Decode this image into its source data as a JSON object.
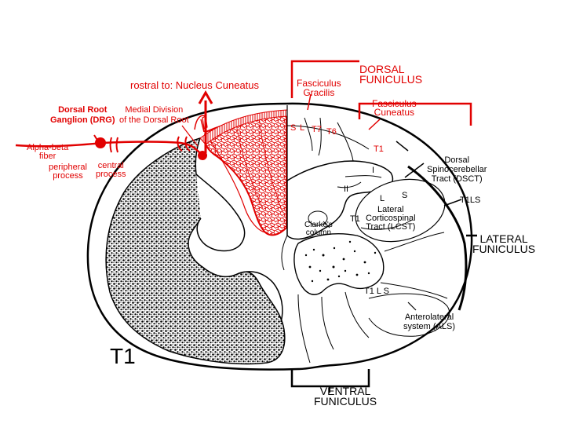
{
  "colors": {
    "accent": "#e10000",
    "ink": "#000000",
    "background": "#ffffff"
  },
  "labels": {
    "dorsal_funiculus": [
      "DORSAL",
      "FUNICULUS"
    ],
    "fasciculus_gracilis": [
      "Fasciculus",
      "Gracilis"
    ],
    "rostral": "rostral to: Nucleus Cuneatus",
    "fasciculus_cuneatus": [
      "Fasciculus",
      "Cuneatus"
    ],
    "dorsal_root_ganglion": [
      "Dorsal Root",
      "Ganglion (DRG)"
    ],
    "medial_division": [
      "Medial Division",
      "of the Dorsal Root"
    ],
    "alpha_beta": [
      "Alpha-beta",
      "fiber"
    ],
    "peripheral_process": [
      "peripheral",
      "process"
    ],
    "central_process": [
      "central",
      "process"
    ],
    "lamina_codes": {
      "s": "S",
      "l": "L",
      "t7": "T7",
      "t6": "T6",
      "t1_dorsal": "T1"
    },
    "dsct": [
      "Dorsal",
      "Spinocerebellar",
      "Tract (DSCT)"
    ],
    "lamina_ii": "II",
    "lamina_i": "I",
    "lcst_l": "L",
    "lcst_s": "S",
    "t1ls_right": "T1LS",
    "lcst": [
      "Lateral",
      "Corticospinal",
      "Tract (LCST)"
    ],
    "lcst_t1": "T1",
    "clarkes": [
      "Clarke's",
      "column"
    ],
    "lateral_funiculus": [
      "LATERAL",
      "FUNICULUS"
    ],
    "t1ls_lower": "T1 L S",
    "als": [
      "Anterolateral",
      "system (ALS)"
    ],
    "ventral_funiculus": [
      "VENTRAL",
      "FUNICULUS"
    ],
    "segment": "T1"
  }
}
